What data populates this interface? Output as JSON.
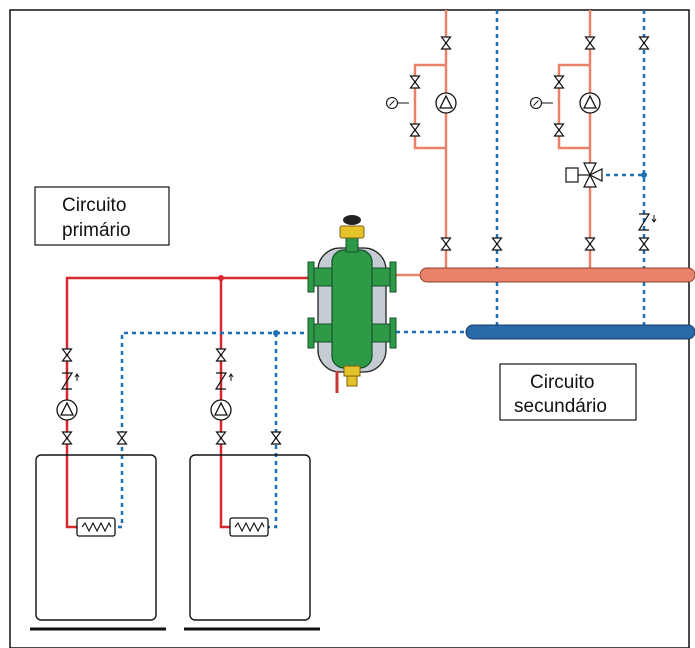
{
  "labels": {
    "primary_line1": "Circuito",
    "primary_line2": "primário",
    "secondary_line1": "Circuito",
    "secondary_line2": "secundário"
  },
  "colors": {
    "hot_primary": "#d7282f",
    "hot_secondary": "#e9826a",
    "cold": "#1f6fb5",
    "cold_pipe": "#2b6aa8",
    "separator_body": "#2e9a47",
    "separator_insulation": "#c5ccd3",
    "frame": "#111111"
  },
  "icons": {
    "valve": "gate-valve-icon",
    "check_valve": "check-valve-icon",
    "pump": "circulator-pump-icon",
    "gauge": "pressure-gauge-icon",
    "heat_exchanger": "heat-exchanger-icon",
    "three_way_valve": "three-way-mixing-valve-icon",
    "hydraulic_separator": "hydraulic-separator-icon"
  }
}
